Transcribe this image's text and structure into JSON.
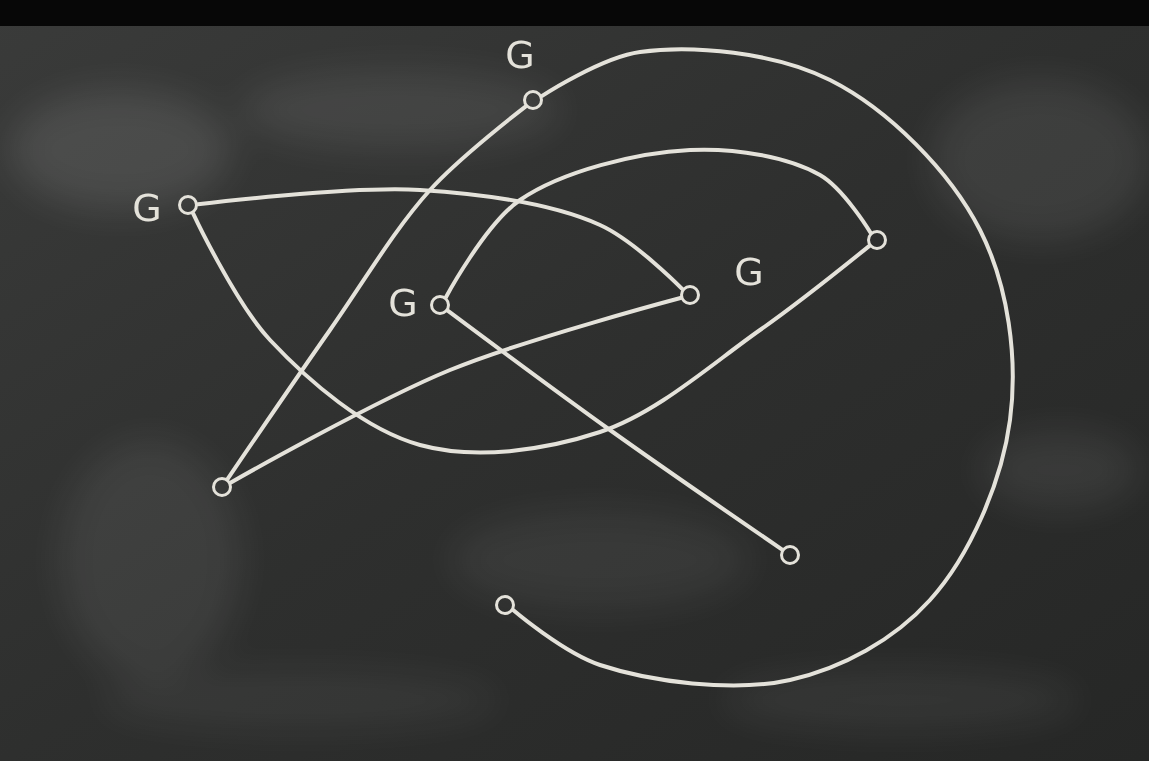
{
  "diagram": {
    "nodes": [
      {
        "text": [
          "G"
        ]
      },
      {
        "text": [
          "G"
        ]
      },
      {
        "text": []
      },
      {
        "text": [
          "G"
        ]
      },
      {
        "text": [
          "G"
        ]
      },
      {
        "text": []
      },
      {
        "text": []
      },
      {
        "text": []
      }
    ],
    "edges": [
      {
        "from": 1,
        "to": 3,
        "arrow": "none"
      },
      {
        "from": 1,
        "to": 2,
        "arrow": "none"
      },
      {
        "from": 0,
        "to": 7,
        "arrow": "none"
      },
      {
        "from": 0,
        "to": 5,
        "arrow": "none"
      },
      {
        "from": 4,
        "to": 2,
        "arrow": "none"
      },
      {
        "from": 4,
        "to": 6,
        "arrow": "none"
      },
      {
        "from": 5,
        "to": 3,
        "arrow": "none"
      }
    ]
  }
}
